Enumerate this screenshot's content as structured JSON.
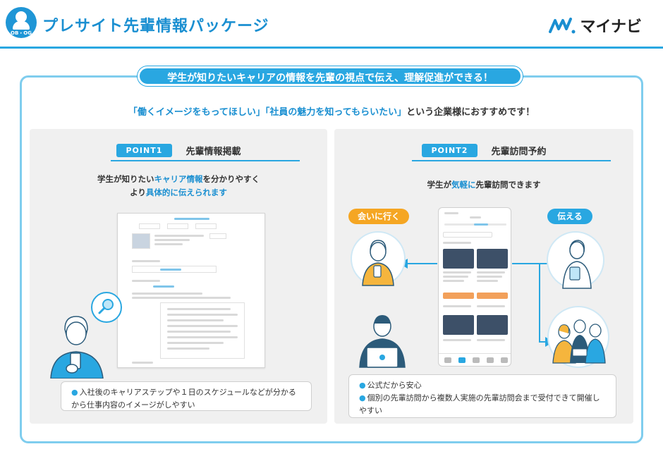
{
  "header": {
    "badge_tag": "OB・OG",
    "title": "プレサイト先輩情報パッケージ",
    "brand": "マイナビ"
  },
  "banner": "学生が知りたいキャリアの情報を先輩の視点で伝え、理解促進ができる！",
  "subtitle": {
    "part1": "「働くイメージをもってほしい」「社員の魅力を知ってもらいたい」",
    "part2": "という企業様におすすめです！"
  },
  "point1": {
    "badge": "POINT1",
    "title": "先輩情報掲載",
    "lead_a": "学生が知りたい",
    "lead_hl1": "キャリア情報",
    "lead_b": "を分かりやすく",
    "lead_c": "より",
    "lead_hl2": "具体的に伝えられます",
    "note": "入社後のキャリアステップや１日のスケジュールなどが分かるから仕事内容のイメージがしやすい"
  },
  "point2": {
    "badge": "POINT2",
    "title": "先輩訪問予約",
    "lead_a": "学生が",
    "lead_hl": "気軽に",
    "lead_b": "先輩訪問できます",
    "pill_left": "会いに行く",
    "pill_right": "伝える",
    "note1": "公式だから安心",
    "note2": "個別の先輩訪問から複数人実施の先輩訪問会まで受付できて開催しやすい"
  },
  "colors": {
    "accent": "#29a7e1",
    "title_blue": "#1a8fd1",
    "orange": "#f5a623"
  }
}
